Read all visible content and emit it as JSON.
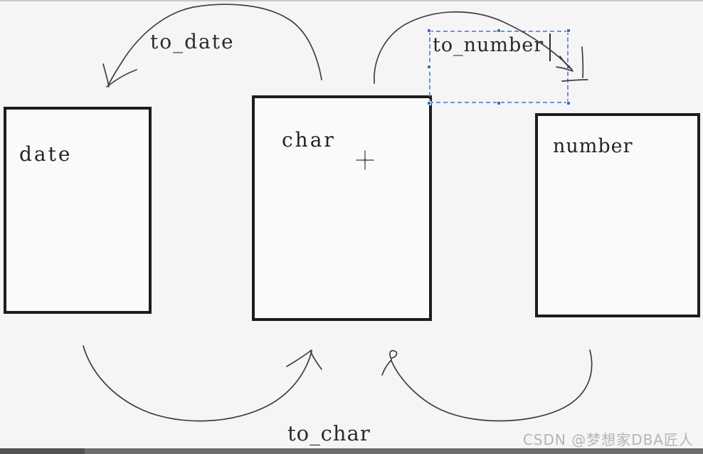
{
  "boxes": {
    "date": {
      "label": "date"
    },
    "char": {
      "label": "char"
    },
    "number": {
      "label": "number"
    }
  },
  "arrows": {
    "to_date": {
      "label": "to_date"
    },
    "to_number": {
      "label": "to_number"
    },
    "to_char": {
      "label": "to_char"
    }
  },
  "selection": {
    "text": "to_number",
    "caret_visible": true
  },
  "watermark": {
    "text": "CSDN @梦想家DBA匠人"
  },
  "colors": {
    "background": "#f5f5f6",
    "ink_stroke": "#3f3f41",
    "box_border": "#1d1d1f",
    "selection_dash_blue": "#6a93d8",
    "selection_handle_blue": "#3d6ec4",
    "watermark_gray": "#b4b4b7",
    "progress_track": "#6e6e70",
    "progress_fill": "#525254"
  }
}
